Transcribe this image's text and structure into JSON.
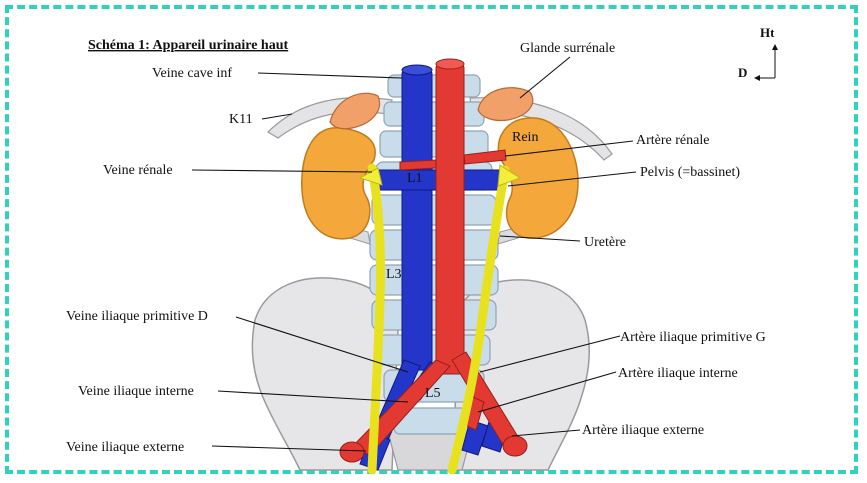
{
  "title": "Schéma 1: Appareil urinaire haut",
  "orientation": {
    "up": "Ht",
    "side": "D"
  },
  "labels": {
    "veine_cave_inf": "Veine cave inf",
    "k11": "K11",
    "veine_renale": "Veine rénale",
    "glande_surrenale": "Glande surrénale",
    "rein": "Rein",
    "artere_renale": "Artère rénale",
    "pelvis": "Pelvis (=bassinet)",
    "l1": "L1",
    "uretere": "Uretère",
    "l3": "L3",
    "veine_iliaque_primitive_d": "Veine iliaque primitive D",
    "artere_iliaque_primitive_g": "Artère iliaque primitive G",
    "veine_iliaque_interne": "Veine iliaque interne",
    "artere_iliaque_interne": "Artère iliaque interne",
    "l5": "L5",
    "veine_iliaque_externe": "Veine iliaque externe",
    "artere_iliaque_externe": "Artère iliaque externe"
  },
  "colors": {
    "frame": "#2fd3bd",
    "vein": "#2436c9",
    "artery": "#e23a32",
    "kidney": "#f4a73b",
    "ureter": "#f2ef3a",
    "bone": "#e4e4e6",
    "vertebra": "#c9dcea"
  }
}
